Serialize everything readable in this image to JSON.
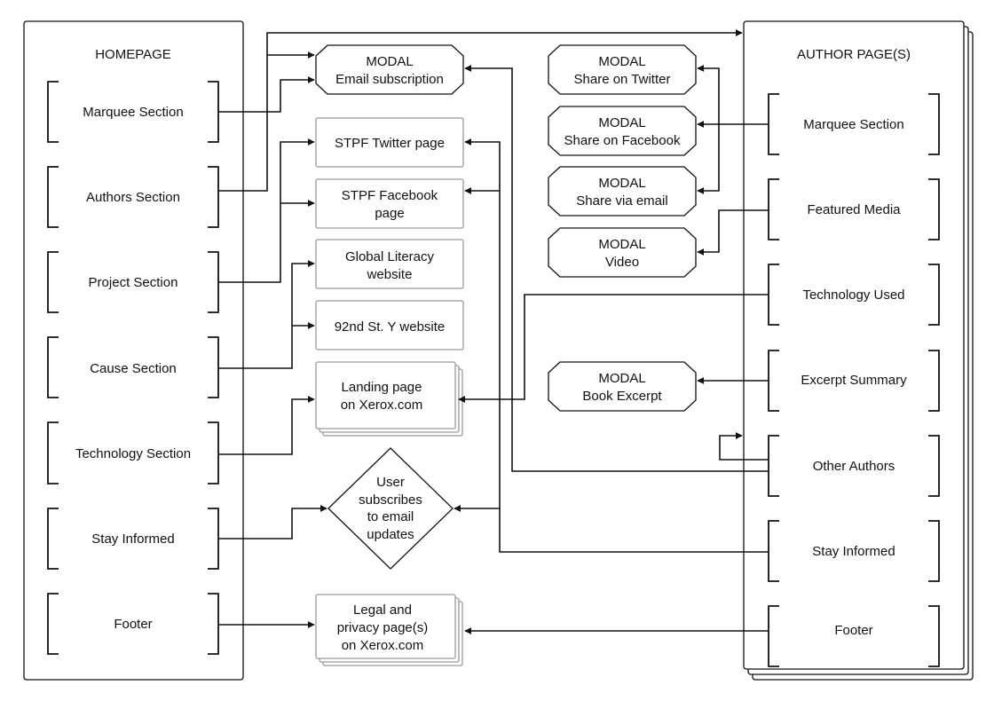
{
  "homepage": {
    "title": "HOMEPAGE",
    "sections": {
      "marquee": "Marquee Section",
      "authors": "Authors Section",
      "project": "Project Section",
      "cause": "Cause Section",
      "technology": "Technology Section",
      "stay_informed": "Stay Informed",
      "footer": "Footer"
    }
  },
  "author_page": {
    "title": "AUTHOR PAGE(S)",
    "sections": {
      "marquee": "Marquee Section",
      "featured_media": "Featured Media",
      "technology_used": "Technology Used",
      "excerpt_summary": "Excerpt Summary",
      "other_authors": "Other Authors",
      "stay_informed": "Stay Informed",
      "footer": "Footer"
    }
  },
  "modals": {
    "email_subscription": [
      "MODAL",
      "Email subscription"
    ],
    "share_twitter": [
      "MODAL",
      "Share on Twitter"
    ],
    "share_facebook": [
      "MODAL",
      "Share on Facebook"
    ],
    "share_email": [
      "MODAL",
      "Share via email"
    ],
    "video": [
      "MODAL",
      "Video"
    ],
    "book_excerpt": [
      "MODAL",
      "Book Excerpt"
    ]
  },
  "pages": {
    "twitter": [
      "STPF Twitter page"
    ],
    "facebook": [
      "STPF Facebook",
      "page"
    ],
    "global_literacy": [
      "Global Literacy",
      "website"
    ],
    "y92": [
      "92nd St. Y website"
    ],
    "landing": [
      "Landing page",
      "on Xerox.com"
    ],
    "legal": [
      "Legal and",
      "privacy page(s)",
      "on Xerox.com"
    ]
  },
  "decision": {
    "subscribes": [
      "User",
      "subscribes",
      "to email",
      "updates"
    ]
  }
}
